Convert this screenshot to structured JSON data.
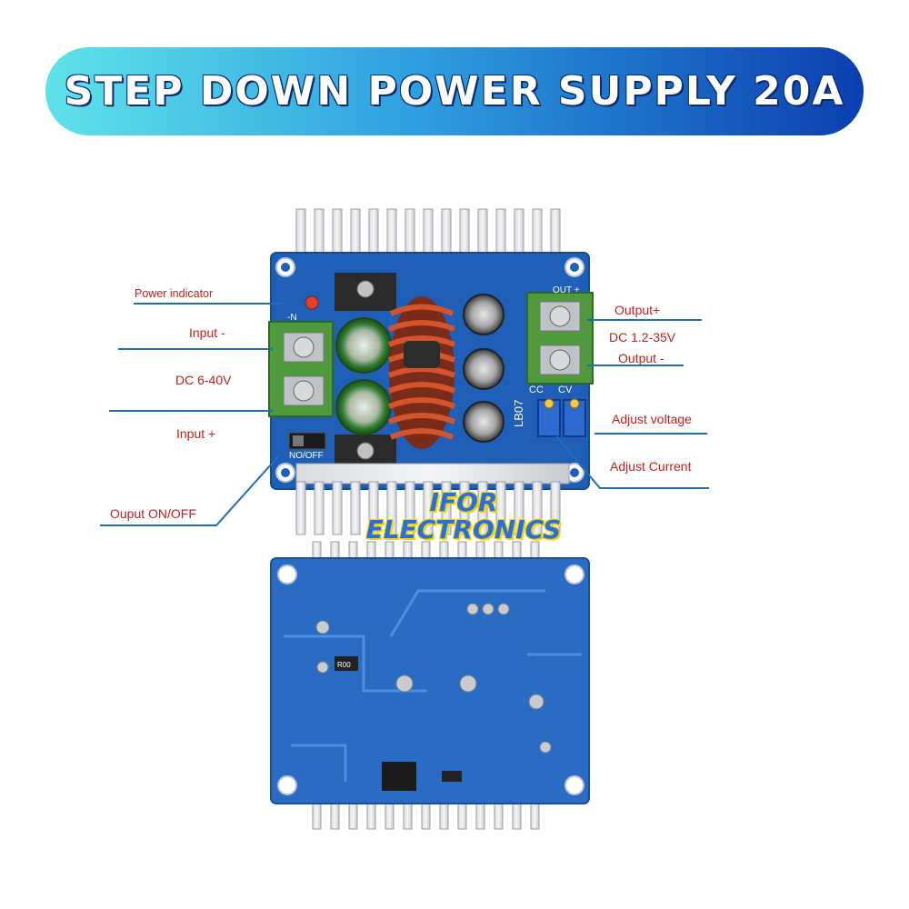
{
  "title": "STEP DOWN POWER SUPPLY 20A",
  "labels": {
    "power_indicator": "Power indicator",
    "input_minus": "Input -",
    "input_range": "DC 6-40V",
    "input_plus": "Input +",
    "output_switch": "Ouput ON/OFF",
    "output_plus": "Output+",
    "output_range": "DC 1.2-35V",
    "output_minus": "Output -",
    "adjust_voltage": "Adjust voltage",
    "adjust_current": "Adjust Current"
  },
  "brand": {
    "line1": "IFOR",
    "line2": "ELECTRONICS"
  },
  "board_silkscreen": {
    "model": "LB07",
    "cc": "CC",
    "cv": "CV",
    "switch": "NO/OFF",
    "out": "OUT +",
    "in_neg": "-N",
    "resistor": "R00"
  },
  "colors": {
    "label_red": "#c0201f",
    "callout_blue": "#1f6fb5",
    "pcb_blue": "#1f5fb8",
    "banner_start": "#5fe3ea",
    "banner_end": "#0b3fb0"
  }
}
